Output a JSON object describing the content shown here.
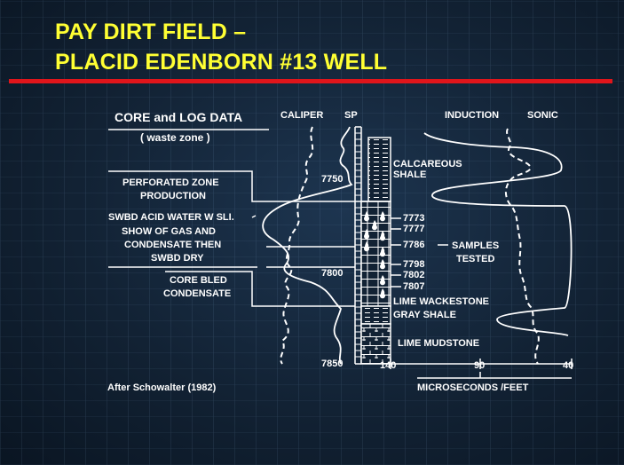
{
  "slide": {
    "title_line1": "PAY DIRT FIELD –",
    "title_line2": "PLACID EDENBORN #13 WELL"
  },
  "panel": {
    "heading": "CORE and LOG DATA",
    "subheading": "( waste zone )",
    "curve_labels": {
      "caliper": "CALIPER",
      "sp": "SP",
      "induction": "INDUCTION",
      "sonic": "SONIC"
    }
  },
  "depths": [
    "7750",
    "7800",
    "7850"
  ],
  "zone_notes": {
    "perforated_1": "PERFORATED ZONE",
    "perforated_2": "PRODUCTION",
    "swbd_1": "SWBD ACID WATER W SLI.",
    "swbd_2": "SHOW OF GAS AND",
    "swbd_3": "CONDENSATE THEN",
    "swbd_4": "SWBD DRY",
    "core_1": "CORE BLED",
    "core_2": "CONDENSATE"
  },
  "lithology": {
    "calcareous_1": "CALCAREOUS",
    "calcareous_2": "SHALE",
    "wackestone": "LIME WACKESTONE",
    "gray_shale": "GRAY SHALE",
    "mudstone": "LIME MUDSTONE"
  },
  "samples": {
    "depths": [
      "7773",
      "7777",
      "7786",
      "7798",
      "7802",
      "7807"
    ],
    "label_1": "SAMPLES",
    "label_2": "TESTED"
  },
  "sonic_scale": {
    "ticks": [
      "140",
      "90",
      "40"
    ],
    "unit": "MICROSECONDS /FEET"
  },
  "credit": "After Schowalter (1982)",
  "colors": {
    "title": "#ffff33",
    "rule": "#e0151b",
    "ink": "#ffffff"
  }
}
